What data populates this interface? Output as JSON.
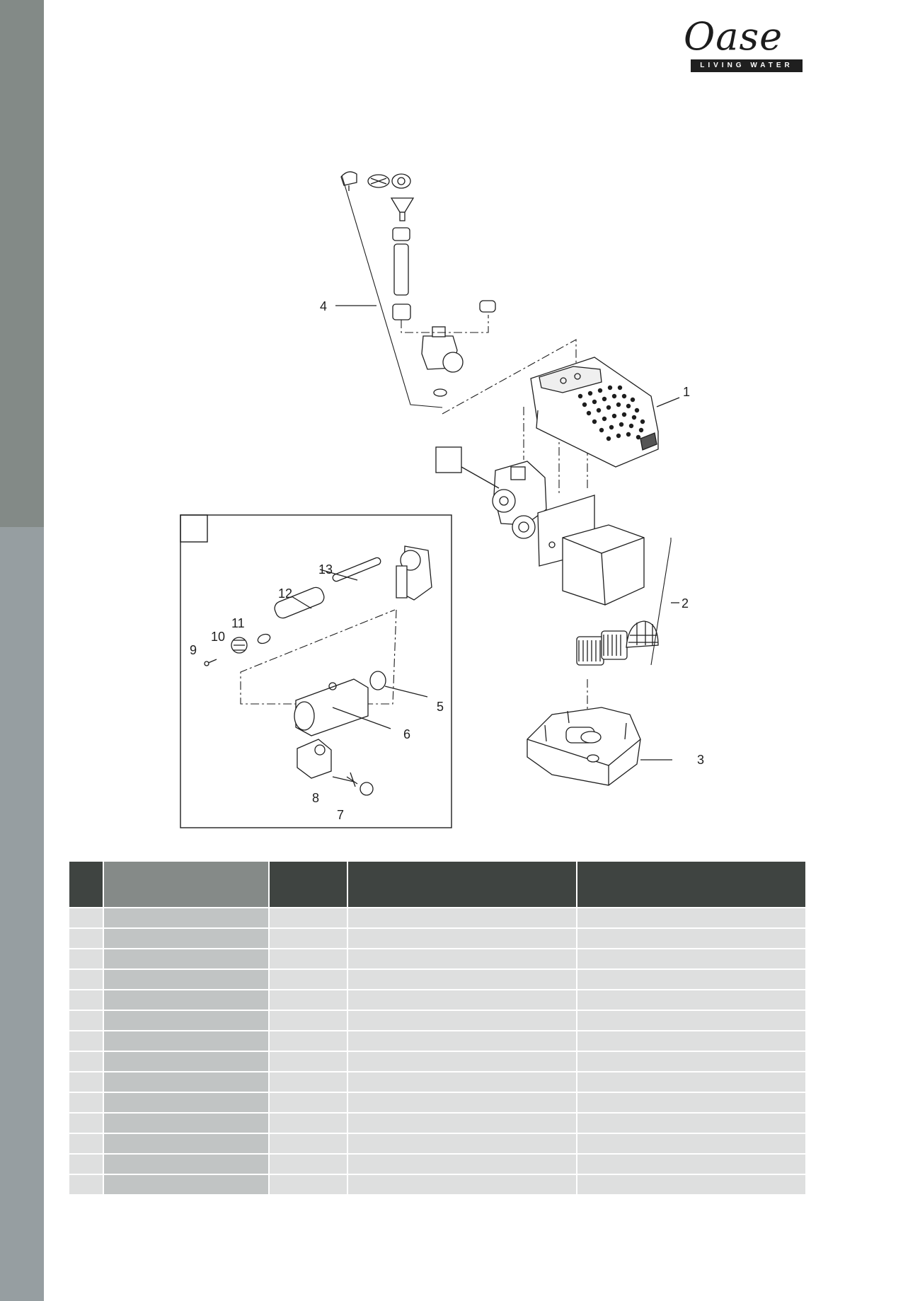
{
  "brand": {
    "name": "Oase",
    "tagline": "LIVING WATER"
  },
  "diagram": {
    "callouts": [
      "1",
      "2",
      "3",
      "4",
      "5",
      "6",
      "7",
      "8",
      "9",
      "10",
      "11",
      "12",
      "13"
    ],
    "frame_labels": [
      "",
      ""
    ]
  },
  "parts_table": {
    "headers": [
      "",
      "",
      "",
      "",
      ""
    ],
    "rows": [
      [
        "",
        "",
        "",
        "",
        ""
      ],
      [
        "",
        "",
        "",
        "",
        ""
      ],
      [
        "",
        "",
        "",
        "",
        ""
      ],
      [
        "",
        "",
        "",
        "",
        ""
      ],
      [
        "",
        "",
        "",
        "",
        ""
      ],
      [
        "",
        "",
        "",
        "",
        ""
      ],
      [
        "",
        "",
        "",
        "",
        ""
      ],
      [
        "",
        "",
        "",
        "",
        ""
      ],
      [
        "",
        "",
        "",
        "",
        ""
      ],
      [
        "",
        "",
        "",
        "",
        ""
      ],
      [
        "",
        "",
        "",
        "",
        ""
      ],
      [
        "",
        "",
        "",
        "",
        ""
      ],
      [
        "",
        "",
        "",
        "",
        ""
      ],
      [
        "",
        "",
        "",
        "",
        ""
      ]
    ]
  },
  "colors": {
    "sidebar_dark": "#838a87",
    "sidebar_light": "#969ea1",
    "header_dark": "#3f4441",
    "header_grey": "#858a88",
    "row_light": "#dedfdf",
    "row_grey": "#c1c4c4"
  }
}
